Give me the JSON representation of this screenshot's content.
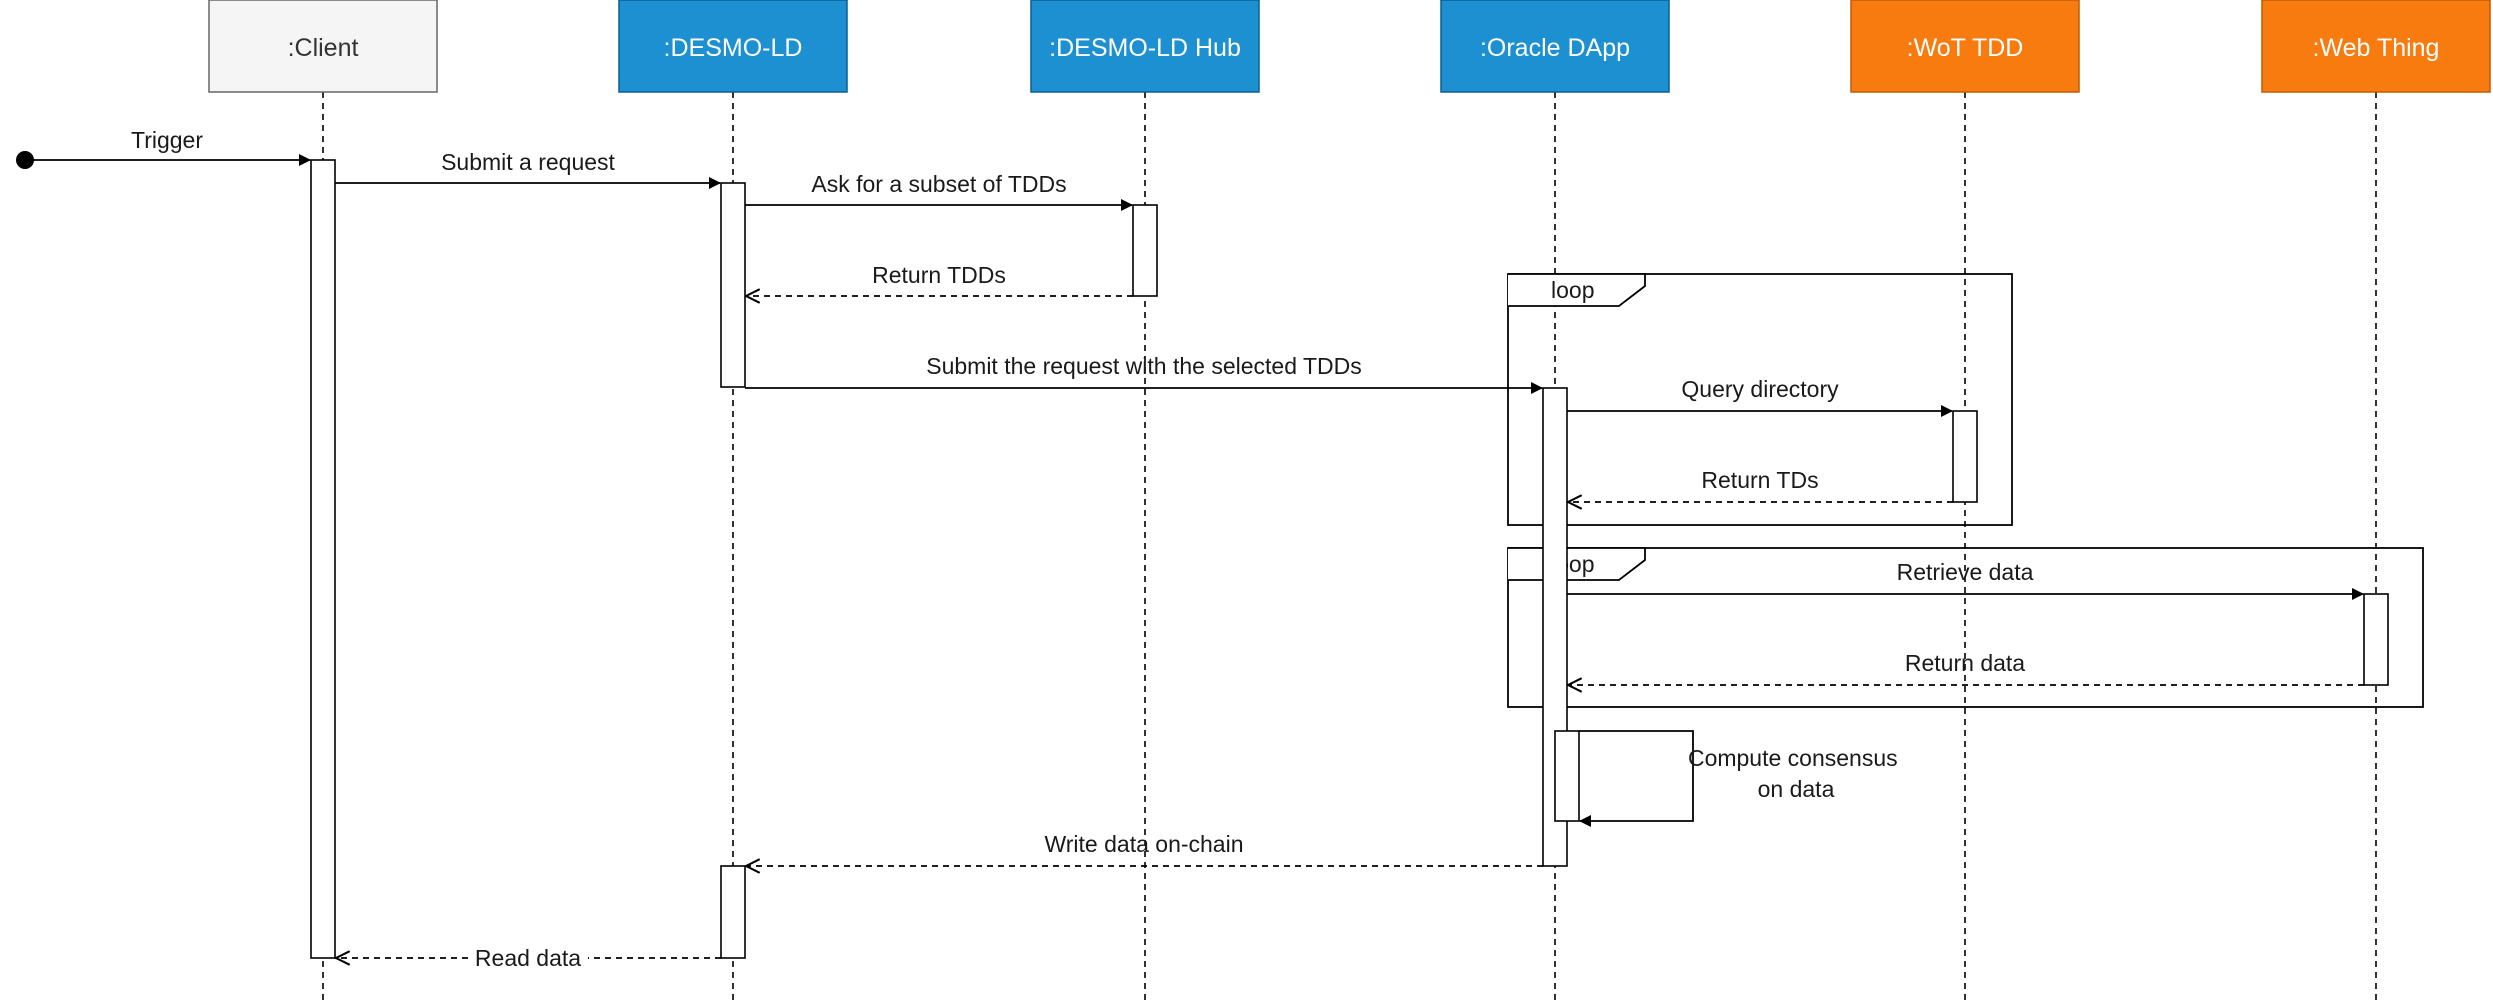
{
  "participants": [
    {
      "id": "client",
      "label": ":Client",
      "fill": "#f5f5f5",
      "stroke": "#666666",
      "text_color": "#333333"
    },
    {
      "id": "desmo",
      "label": ":DESMO-LD",
      "fill": "#1c90d1",
      "stroke": "#0b5f91",
      "text_color": "#ffffff"
    },
    {
      "id": "hub",
      "label": ":DESMO-LD Hub",
      "fill": "#1c90d1",
      "stroke": "#0b5f91",
      "text_color": "#ffffff"
    },
    {
      "id": "oracle",
      "label": ":Oracle DApp",
      "fill": "#1c90d1",
      "stroke": "#0b5f91",
      "text_color": "#ffffff"
    },
    {
      "id": "tdd",
      "label": ":WoT TDD",
      "fill": "#f77b0f",
      "stroke": "#c45a00",
      "text_color": "#ffffff"
    },
    {
      "id": "thing",
      "label": ":Web Thing",
      "fill": "#f77b0f",
      "stroke": "#c45a00",
      "text_color": "#ffffff"
    }
  ],
  "messages": [
    {
      "id": "trigger",
      "label": "Trigger",
      "kind": "found"
    },
    {
      "id": "submit-request",
      "label": "Submit a request",
      "kind": "sync"
    },
    {
      "id": "ask-subset",
      "label": "Ask for a subset of TDDs",
      "kind": "sync"
    },
    {
      "id": "return-tdds",
      "label": "Return TDDs",
      "kind": "reply"
    },
    {
      "id": "submit-selected",
      "label": "Submit the request with the selected TDDs",
      "kind": "sync"
    },
    {
      "id": "query-directory",
      "label": "Query directory",
      "kind": "sync"
    },
    {
      "id": "return-tds",
      "label": "Return TDs",
      "kind": "reply"
    },
    {
      "id": "retrieve-data",
      "label": "Retrieve data",
      "kind": "sync"
    },
    {
      "id": "return-data",
      "label": "Return data",
      "kind": "reply"
    },
    {
      "id": "compute-consensus",
      "label_lines": [
        "Compute consensus",
        "on data"
      ],
      "kind": "self"
    },
    {
      "id": "write-data",
      "label": "Write data on-chain",
      "kind": "reply"
    },
    {
      "id": "read-data",
      "label": "Read data",
      "kind": "reply"
    }
  ],
  "frames": [
    {
      "id": "loop-1",
      "label": "loop"
    },
    {
      "id": "loop-2",
      "label": "loop"
    }
  ]
}
